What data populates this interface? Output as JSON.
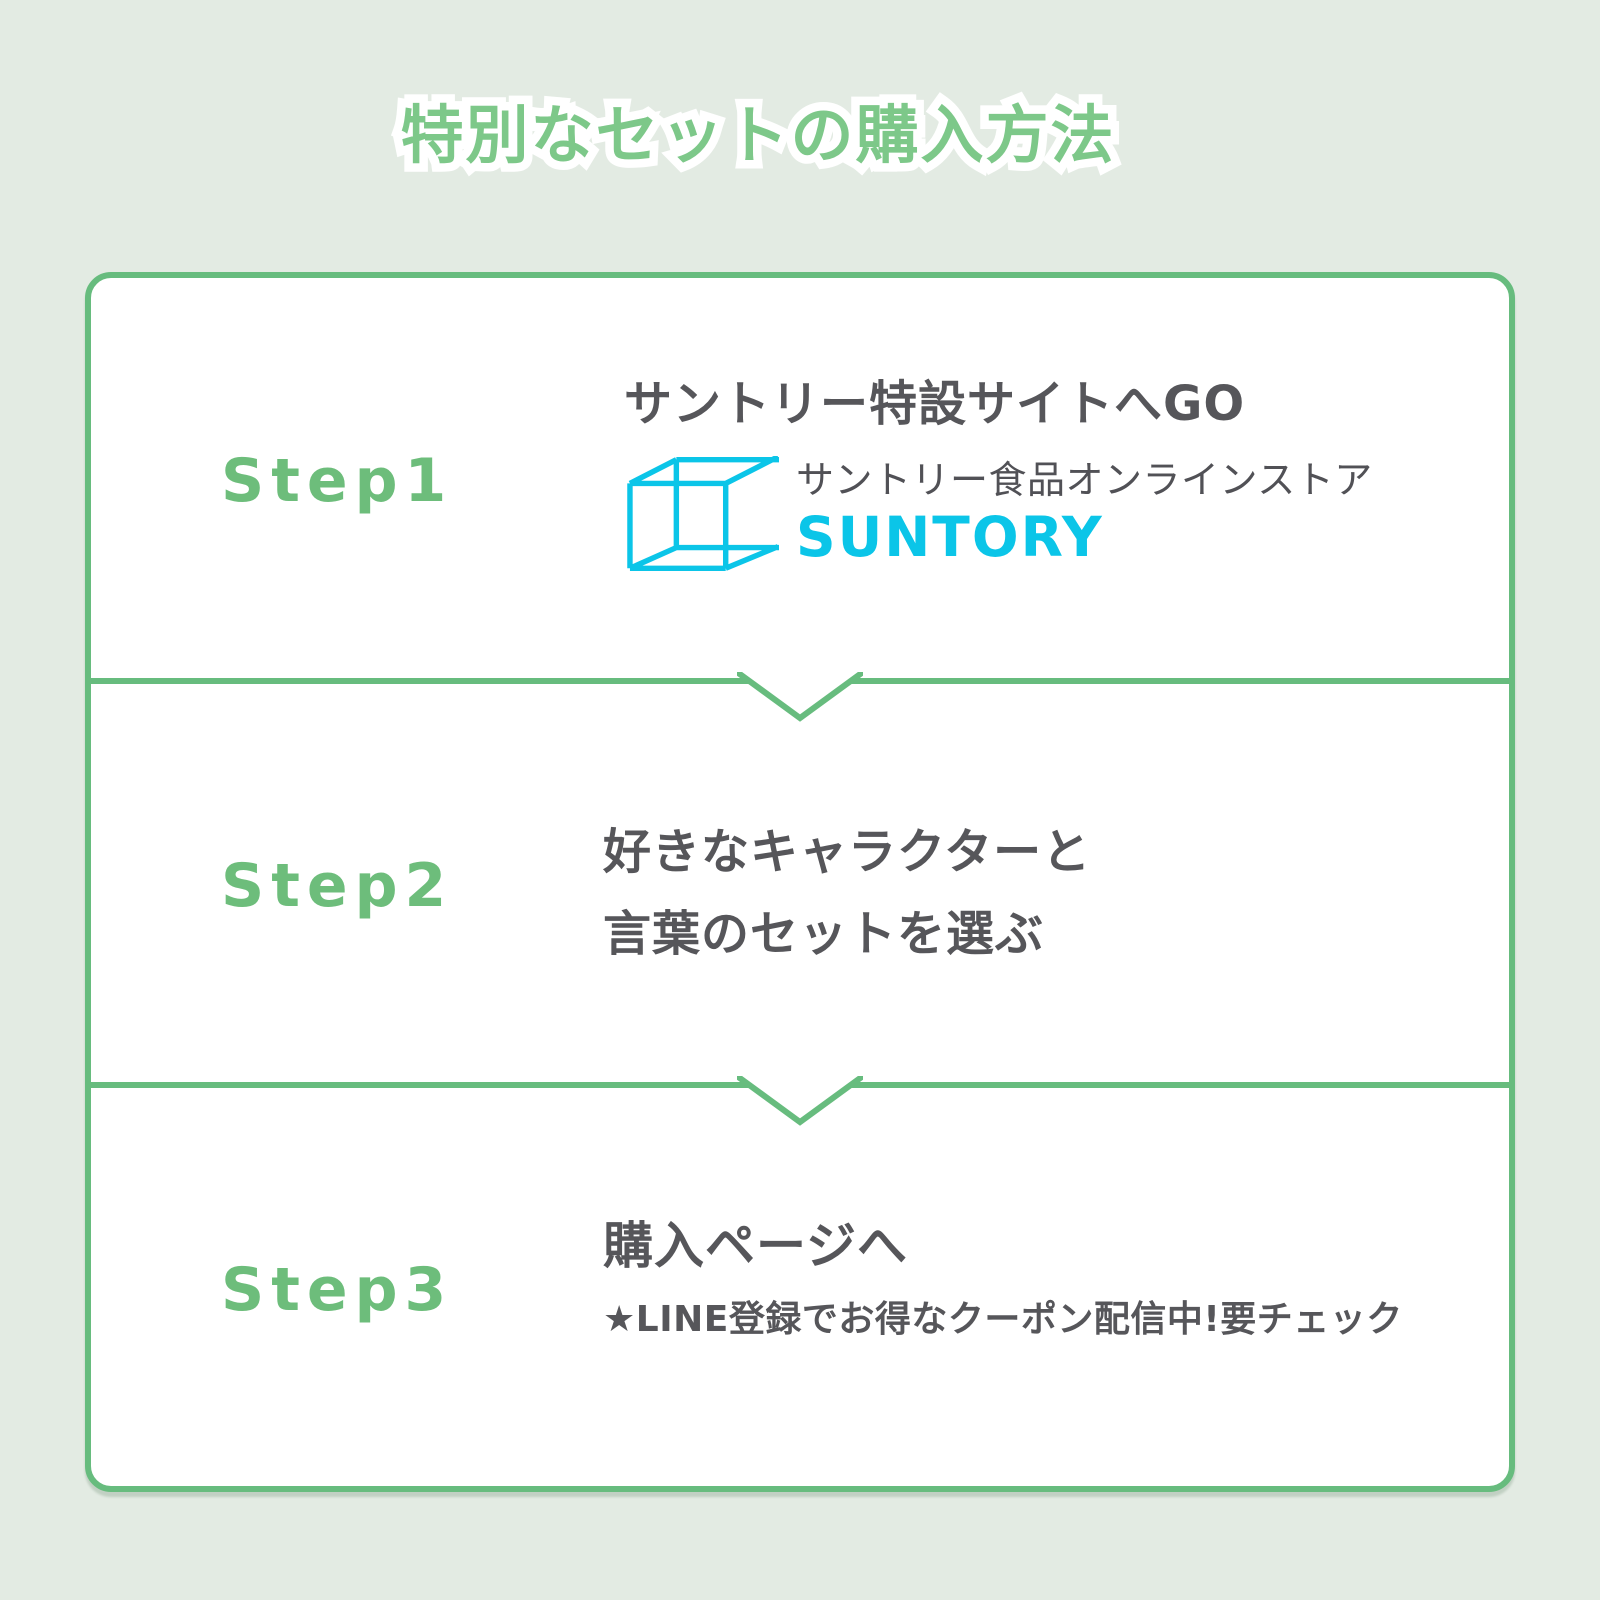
{
  "title": "特別なセットの購入方法",
  "steps": [
    {
      "label": "Step1",
      "heading": "サントリー特設サイトへGO",
      "logo": {
        "store_name": "サントリー食品オンラインストア",
        "brand": "SUNTORY"
      }
    },
    {
      "label": "Step2",
      "lines": [
        "好きなキャラクターと",
        "言葉のセットを選ぶ"
      ]
    },
    {
      "label": "Step3",
      "heading": "購入ページへ",
      "note": "★LINE登録でお得なクーポン配信中!要チェック"
    }
  ],
  "colors": {
    "background": "#e3ebe3",
    "panel_background": "#ffffff",
    "panel_border_green": "#67bc7e",
    "title_green": "#7dc889",
    "step_label_green": "#6dbd7b",
    "text_dark_gray": "#56565a",
    "logo_cyan": "#0bc5e8"
  }
}
